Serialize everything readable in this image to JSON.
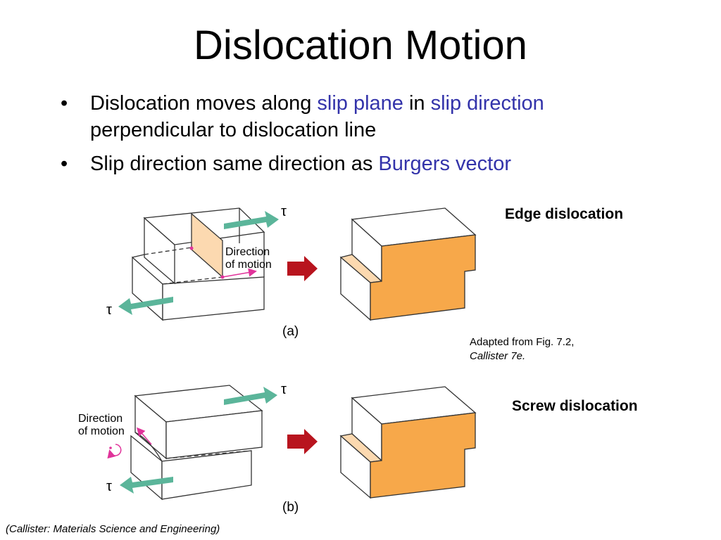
{
  "title": "Dislocation Motion",
  "bullets": {
    "b1": {
      "marker": "•",
      "t1": "Dislocation moves along ",
      "h1": "slip plane",
      "t2": " in ",
      "h2": "slip direction",
      "t3": "perpendicular to dislocation line"
    },
    "b2": {
      "marker": "•",
      "t1": "Slip direction same direction as ",
      "h1": "Burgers vector"
    }
  },
  "figure": {
    "edge_label": "Edge dislocation",
    "screw_label": "Screw dislocation",
    "adapted_line1": "Adapted from Fig. 7.2,",
    "adapted_line2": "Callister 7e.",
    "panel_a": "(a)",
    "panel_b": "(b)",
    "tau": "τ",
    "direction_line1": "Direction",
    "direction_line2": "of motion"
  },
  "citation": "(Callister: Materials Science and Engineering)",
  "colors": {
    "highlight": "#3333aa",
    "orange_face": "#f7a84a",
    "light_face": "#fcd9b0",
    "teal_arrow": "#5bb59a",
    "red_arrow": "#b8141e",
    "magenta": "#e0339a"
  }
}
